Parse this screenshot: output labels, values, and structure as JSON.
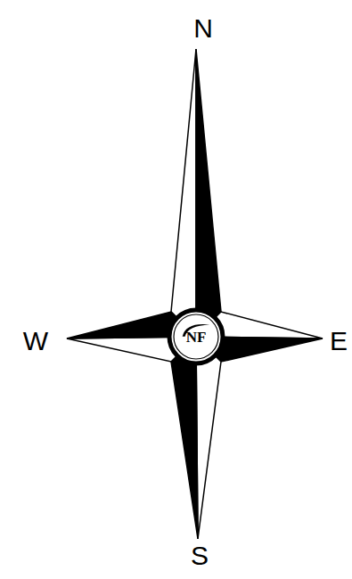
{
  "diagram": {
    "nodes": [
      {
        "text": [
          "NF"
        ]
      }
    ],
    "labels": [
      "N",
      "W",
      "E",
      "S"
    ]
  }
}
